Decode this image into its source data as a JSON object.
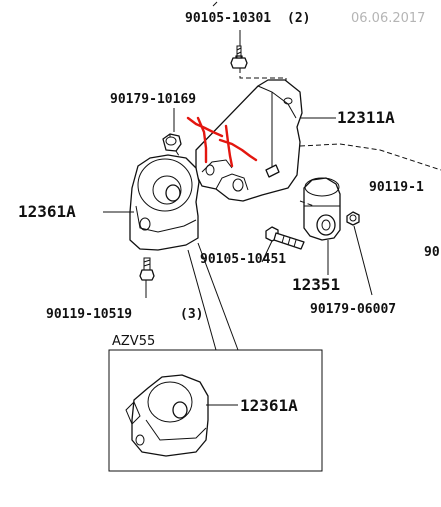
{
  "labels": {
    "bolt_top": "90105-10301",
    "bolt_top_qty": "(2)",
    "date": "06.06.2017",
    "nut_left": "90179-10169",
    "bracket": "12311A",
    "mount_left": "12361A",
    "bolt_right_cut": "90119-1",
    "cut_right": "90",
    "bolt_mid": "90105-10451",
    "bushing": "12351",
    "nut_right": "90179-06007",
    "bolt_bottom": "90119-10519",
    "bolt_bottom_qty": "(3)",
    "variant": "AZV55",
    "mount_inset": "12361A"
  },
  "annotation": {
    "color": "#e3160f"
  }
}
